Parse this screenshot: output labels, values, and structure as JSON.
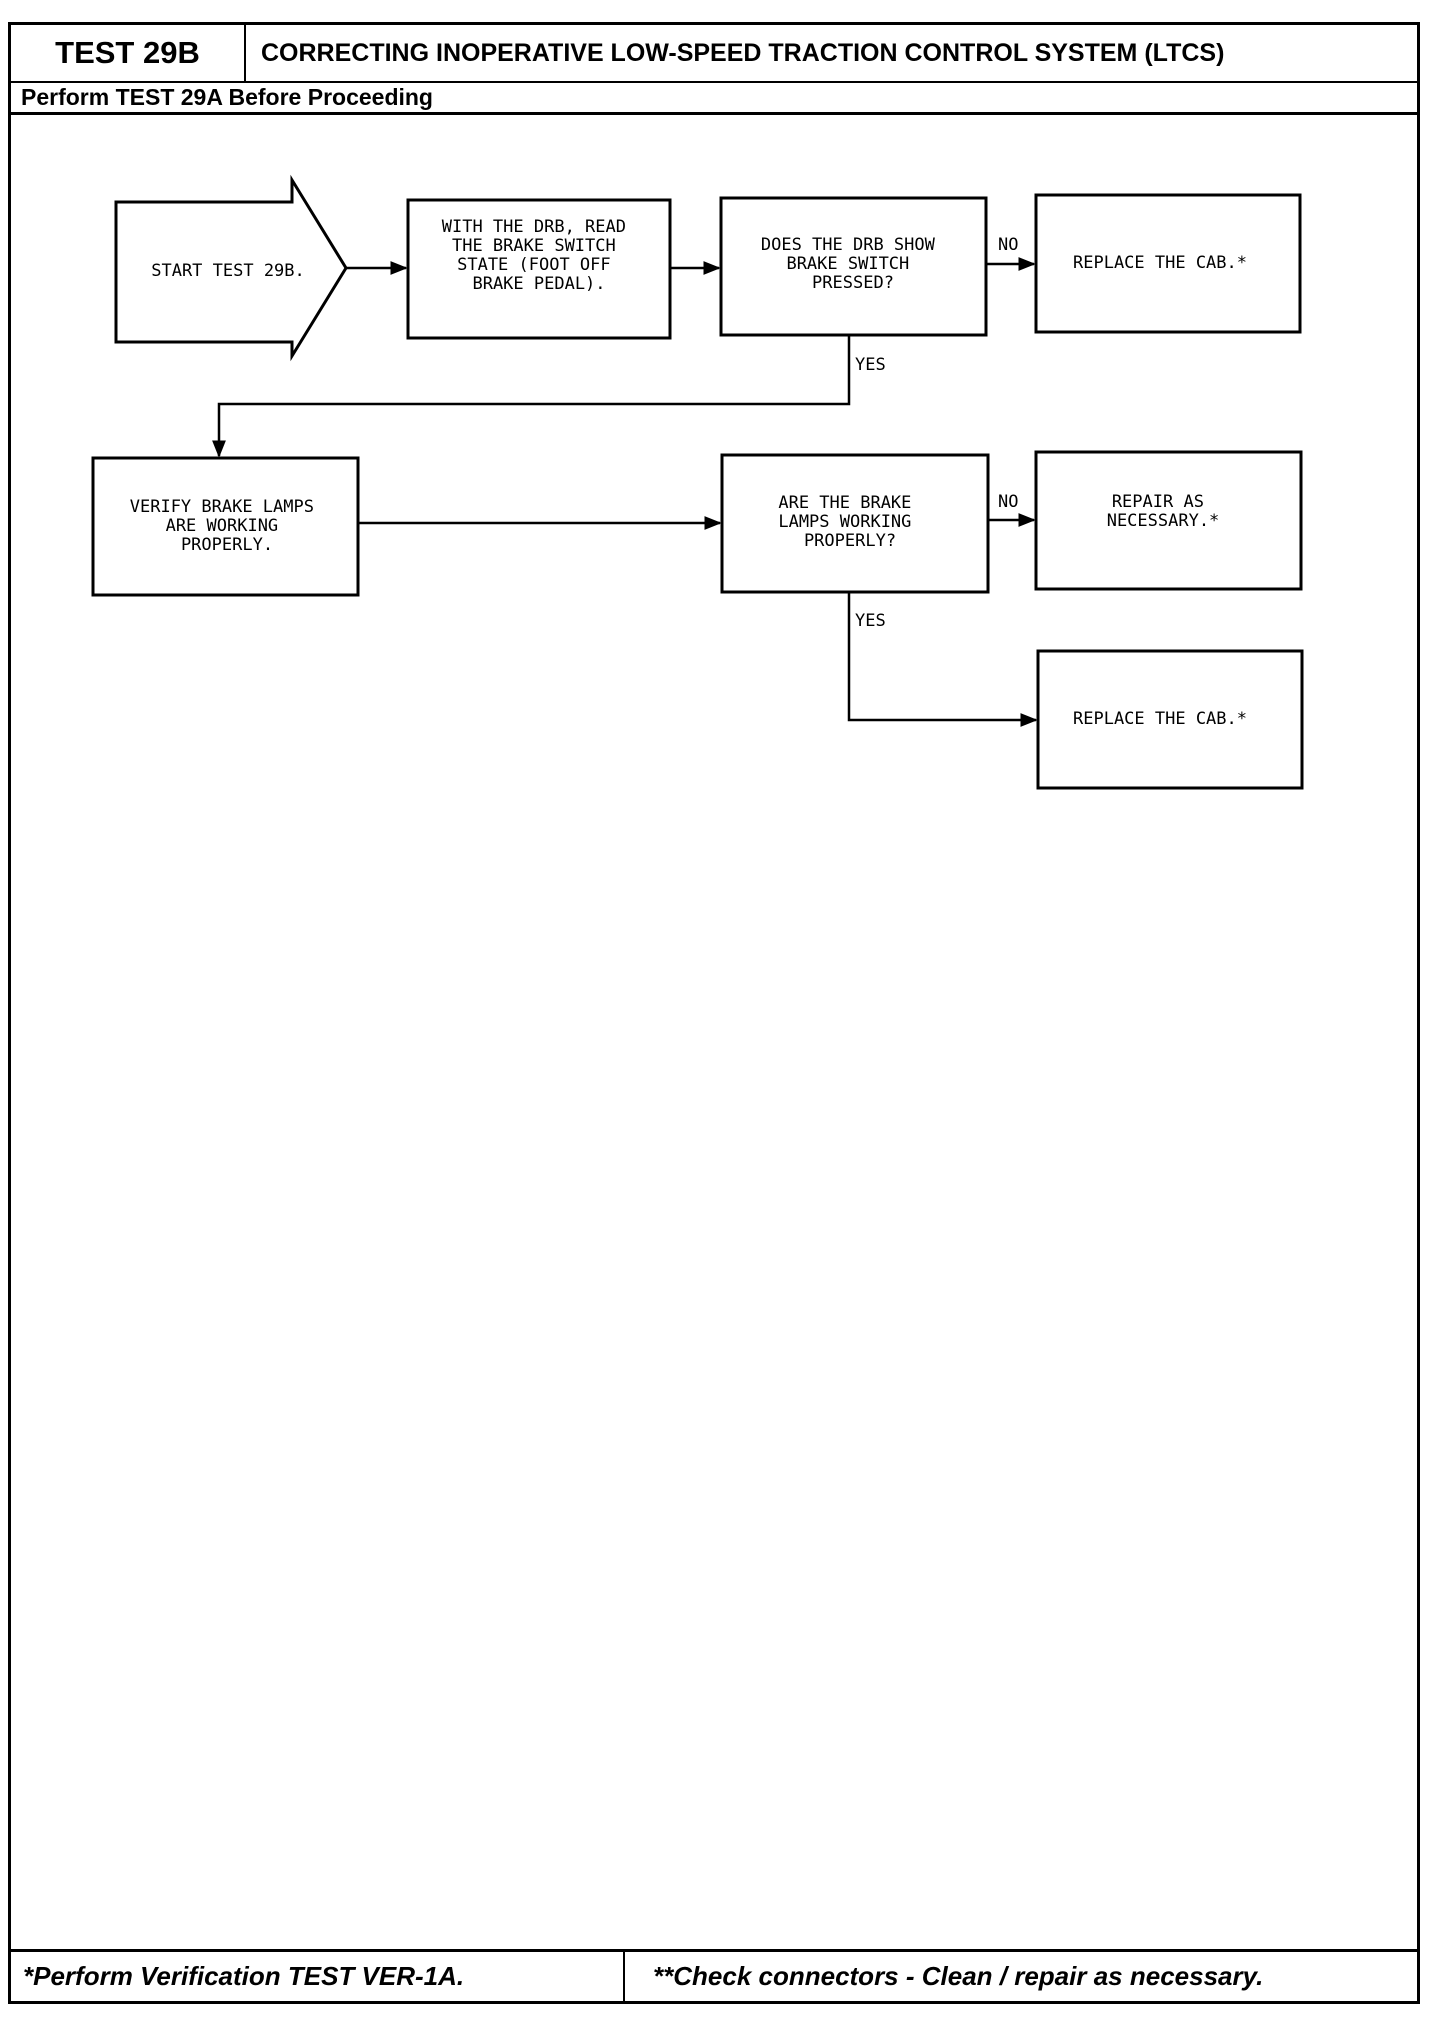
{
  "header": {
    "test_id": "TEST 29B",
    "title": "CORRECTING INOPERATIVE LOW-SPEED TRACTION CONTROL SYSTEM (LTCS)",
    "prerequisite": "Perform TEST 29A Before Proceeding"
  },
  "flowchart": {
    "nodes": [
      {
        "id": "start",
        "lines": [
          "START TEST 29B."
        ]
      },
      {
        "id": "read-brake-switch",
        "lines": [
          "WITH THE DRB, READ",
          "THE BRAKE SWITCH",
          "STATE (FOOT OFF",
          "BRAKE PEDAL)."
        ]
      },
      {
        "id": "drb-shows-pressed",
        "lines": [
          "DOES THE DRB SHOW",
          "BRAKE SWITCH",
          "PRESSED?"
        ]
      },
      {
        "id": "replace-cab-1",
        "lines": [
          "REPLACE THE CAB.*"
        ]
      },
      {
        "id": "verify-brake-lamps",
        "lines": [
          "VERIFY BRAKE LAMPS",
          "ARE WORKING",
          "PROPERLY."
        ]
      },
      {
        "id": "lamps-working",
        "lines": [
          "ARE THE BRAKE",
          "LAMPS WORKING",
          "PROPERLY?"
        ]
      },
      {
        "id": "repair",
        "lines": [
          "REPAIR AS",
          "NECESSARY.*"
        ]
      },
      {
        "id": "replace-cab-2",
        "lines": [
          "REPLACE THE CAB.*"
        ]
      }
    ],
    "edge_labels": {
      "no_1": "NO",
      "yes_1": "YES",
      "no_2": "NO",
      "yes_2": "YES"
    }
  },
  "footer": {
    "left": "*Perform Verification TEST VER-1A.",
    "right": "**Check connectors - Clean / repair as necessary."
  }
}
